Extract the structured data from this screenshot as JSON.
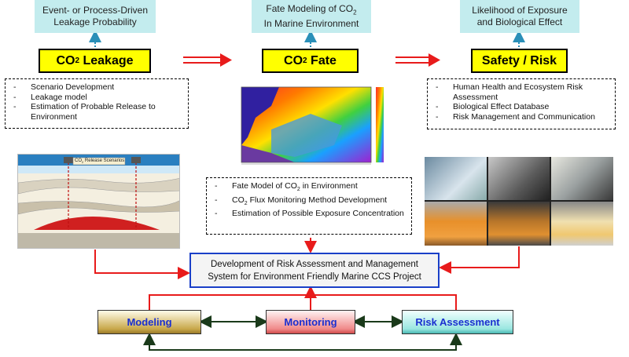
{
  "top_boxes": [
    {
      "line1": "Event- or Process-Driven",
      "line2": "Leakage Probability"
    },
    {
      "line1": "Fate Modeling of CO",
      "sub": "2",
      "line2": "In Marine Environment"
    },
    {
      "line1": "Likelihood of Exposure",
      "line2": "and Biological Effect"
    }
  ],
  "main_boxes": [
    {
      "pre": "CO",
      "sub": "2",
      "post": " Leakage"
    },
    {
      "pre": "CO",
      "sub": "2",
      "post": " Fate"
    },
    {
      "pre": "Safety / Risk",
      "sub": "",
      "post": ""
    }
  ],
  "leakage_items": [
    "Scenario Development",
    "Leakage model",
    "Estimation of Probable Release to Environment"
  ],
  "fate_items": [
    {
      "pre": "Fate Model of CO",
      "sub": "2",
      "post": " in Environment"
    },
    {
      "pre": "CO",
      "sub": "2",
      "post": " Flux Monitoring Method Development"
    },
    {
      "pre": "Estimation of Possible Exposure Concentration",
      "sub": "",
      "post": ""
    }
  ],
  "risk_items": [
    "Human Health and Ecosystem Risk Assessment",
    "Biological Effect Database",
    "Risk Management and Communication"
  ],
  "development": {
    "line1": "Development of Risk Assessment and Management",
    "line2": "System for Environment Friendly Marine CCS Project"
  },
  "bottom_boxes": {
    "modeling": "Modeling",
    "monitoring": "Monitoring",
    "risk": "Risk Assessment"
  },
  "schematic_title": {
    "pre": "CO",
    "sub": "2",
    "post": " Release Scenarios"
  },
  "colors": {
    "cyan_box": "#c3ecee",
    "yellow_box": "#ffff00",
    "red_arrow": "#e81b1b",
    "blue_border": "#1a3fc8",
    "green_arrow": "#1a3a1a",
    "modeling_text": "#1a2fd0",
    "monitoring_text": "#1a2fd0",
    "risk_text": "#1a2fd0"
  }
}
